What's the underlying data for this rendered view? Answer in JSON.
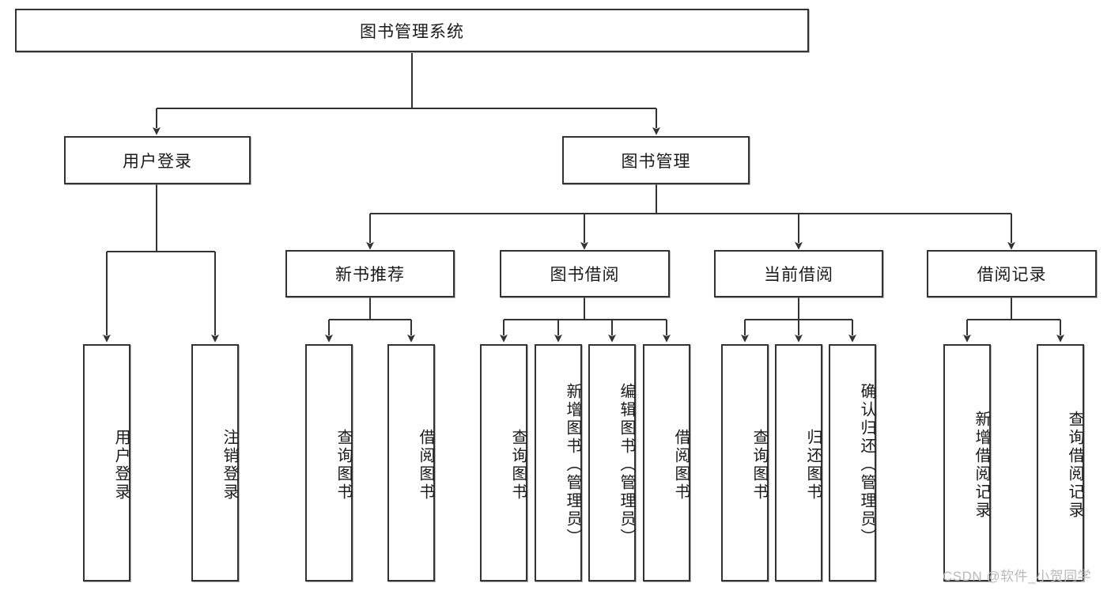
{
  "diagram": {
    "type": "tree",
    "title": "图书管理系统",
    "root": {
      "id": "root",
      "label": "图书管理系统",
      "orientation": "horizontal"
    },
    "level2": [
      {
        "id": "user-login",
        "label": "用户登录",
        "orientation": "horizontal"
      },
      {
        "id": "book-management",
        "label": "图书管理",
        "orientation": "horizontal"
      }
    ],
    "level3": [
      {
        "id": "new-book-recommend",
        "label": "新书推荐",
        "orientation": "horizontal",
        "parent": "book-management"
      },
      {
        "id": "book-borrow",
        "label": "图书借阅",
        "orientation": "horizontal",
        "parent": "book-management"
      },
      {
        "id": "current-borrow",
        "label": "当前借阅",
        "orientation": "horizontal",
        "parent": "book-management"
      },
      {
        "id": "borrow-record",
        "label": "借阅记录",
        "orientation": "horizontal",
        "parent": "book-management"
      }
    ],
    "leaves": [
      {
        "id": "leaf-user-login",
        "label": "用户登录",
        "parent": "user-login"
      },
      {
        "id": "leaf-user-logout",
        "label": "注销登录",
        "parent": "user-login"
      },
      {
        "id": "leaf-query-book-1",
        "label": "查询图书",
        "parent": "new-book-recommend"
      },
      {
        "id": "leaf-borrow-book-1",
        "label": "借阅图书",
        "parent": "new-book-recommend"
      },
      {
        "id": "leaf-query-book-2",
        "label": "查询图书",
        "parent": "book-borrow"
      },
      {
        "id": "leaf-add-book",
        "label": "新增图书（管理员）",
        "parent": "book-borrow"
      },
      {
        "id": "leaf-edit-book",
        "label": "编辑图书（管理员）",
        "parent": "book-borrow"
      },
      {
        "id": "leaf-borrow-book-2",
        "label": "借阅图书",
        "parent": "book-borrow"
      },
      {
        "id": "leaf-query-book-3",
        "label": "查询图书",
        "parent": "current-borrow"
      },
      {
        "id": "leaf-return-book",
        "label": "归还图书",
        "parent": "current-borrow"
      },
      {
        "id": "leaf-confirm-return",
        "label": "确认归还（管理员）",
        "parent": "current-borrow"
      },
      {
        "id": "leaf-add-record",
        "label": "新增借阅记录",
        "parent": "borrow-record"
      },
      {
        "id": "leaf-query-record",
        "label": "查询借阅记录",
        "parent": "borrow-record"
      }
    ],
    "colors": {
      "stroke": "#333333",
      "background": "#ffffff",
      "text": "#1a1a1a",
      "watermark": "#b9b9b9"
    }
  },
  "watermark": {
    "text": "CSDN @软件_小贺同学"
  }
}
